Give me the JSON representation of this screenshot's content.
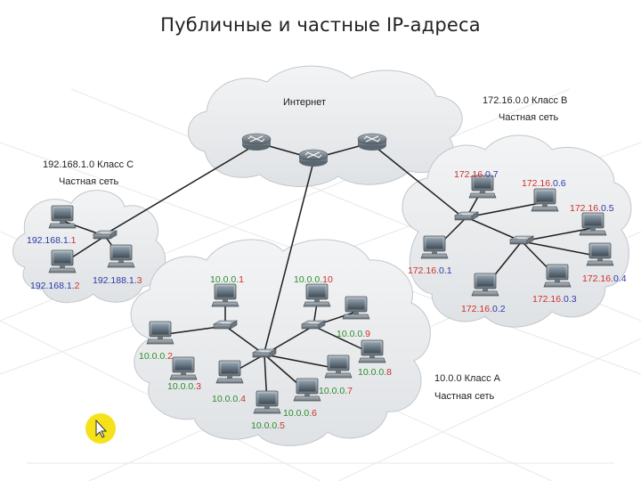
{
  "title": "Публичные и частные IP-адреса",
  "colors": {
    "cloud_fill": "#e9ebed",
    "cloud_edge": "#bfc4c9",
    "link": "#1f1f1f",
    "ip_blue": "#2b3aa8",
    "ip_red": "#d1302b",
    "ip_green": "#2f8a2f",
    "cursor_badge": "#f6e21a"
  },
  "internet": {
    "label": "Интернет",
    "routers": [
      "router-icon",
      "router-icon",
      "router-icon"
    ]
  },
  "net_c": {
    "title": "192.168.1.0 Класс C",
    "subtitle": "Частная сеть",
    "hosts": [
      {
        "prefix": "192.168.1.",
        "suffix": "1"
      },
      {
        "prefix": "192.168.1.",
        "suffix": "2"
      },
      {
        "prefix": "192.188.1.",
        "suffix": "3"
      }
    ]
  },
  "net_b": {
    "title": "172.16.0.0 Класс B",
    "subtitle": "Частная сеть",
    "hosts": [
      {
        "prefix": "172.16.",
        "suffix": "0.7"
      },
      {
        "prefix": "172.16.",
        "suffix": "0.6"
      },
      {
        "prefix": "172.16.",
        "suffix": "0.5"
      },
      {
        "prefix": "172.16.",
        "suffix": "0.4"
      },
      {
        "prefix": "172.16.",
        "suffix": "0.3"
      },
      {
        "prefix": "172.16.",
        "suffix": "0.2"
      },
      {
        "prefix": "172.16.",
        "suffix": "0.1"
      }
    ]
  },
  "net_a": {
    "title": "10.0.0 Класс A",
    "subtitle": "Частная сеть",
    "hosts": [
      {
        "prefix": "10.0.0.",
        "suffix": "1"
      },
      {
        "prefix": "10.0.0.",
        "suffix": "10"
      },
      {
        "prefix": "10.0.0.",
        "suffix": "9"
      },
      {
        "prefix": "10.0.0.",
        "suffix": "8"
      },
      {
        "prefix": "10.0.0.",
        "suffix": "7"
      },
      {
        "prefix": "10.0.0.",
        "suffix": "6"
      },
      {
        "prefix": "10.0.0.",
        "suffix": "5"
      },
      {
        "prefix": "10.0.0.",
        "suffix": "4"
      },
      {
        "prefix": "10.0.0.",
        "suffix": "3"
      },
      {
        "prefix": "10.0.0.",
        "suffix": "2"
      }
    ]
  },
  "icons": {
    "router": "router-icon",
    "switch": "switch-icon",
    "computer": "computer-icon",
    "cursor": "mouse-cursor-icon"
  }
}
